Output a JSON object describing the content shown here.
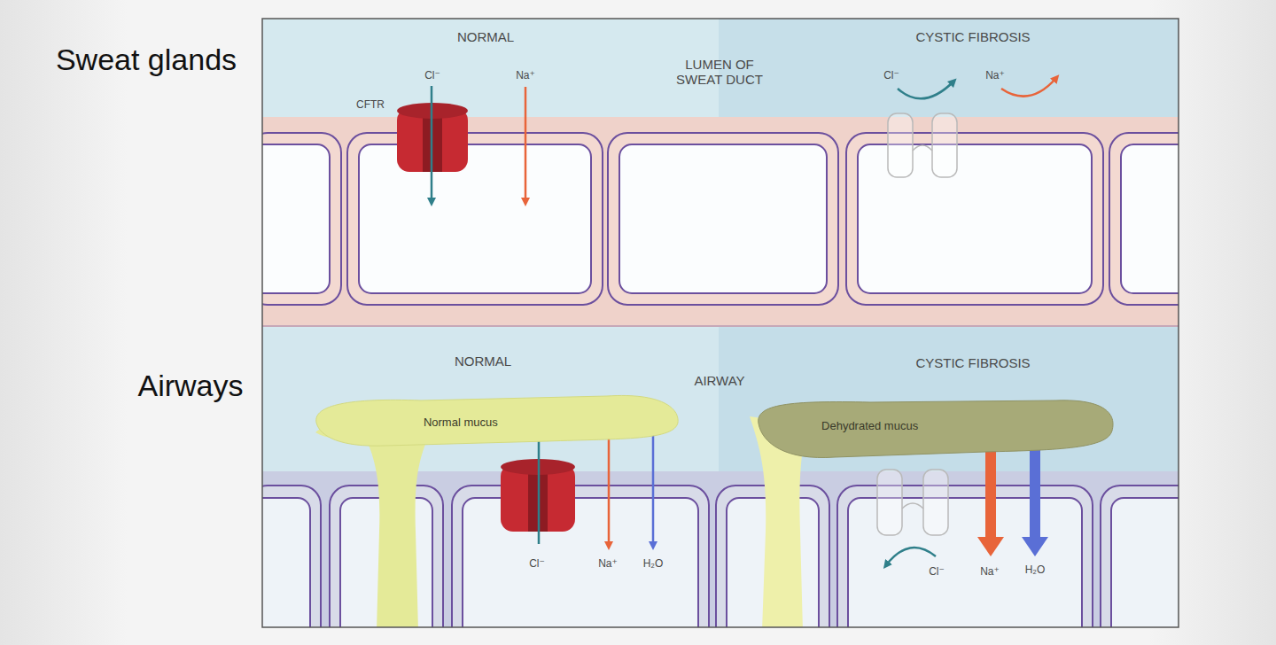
{
  "diagram": {
    "nodes": [
      {
        "text": [
          "Normal mucus"
        ]
      },
      {
        "text": [
          "Dehydrated mucus"
        ]
      }
    ],
    "labels": [
      "Sweat glands",
      "NORMAL",
      "LUMEN OF SWEAT DUCT",
      "CYSTIC FIBROSIS",
      "CFTR",
      "Cl⁻",
      "Na⁺",
      "Cl⁻",
      "Na⁺",
      "Airways",
      "NORMAL",
      "AIRWAY",
      "CYSTIC FIBROSIS",
      "Cl⁻",
      "Na⁺",
      "H₂O",
      "Cl⁻",
      "Na⁺",
      "H₂O"
    ]
  }
}
